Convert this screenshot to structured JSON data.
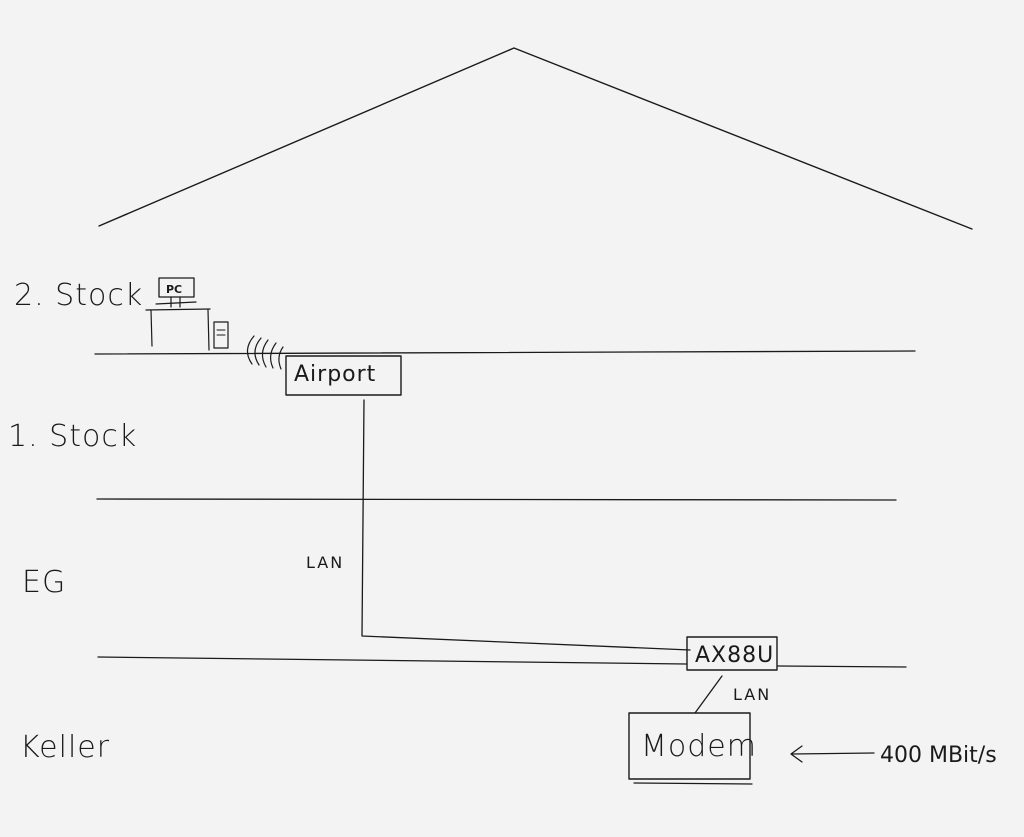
{
  "floors": {
    "second": "2. Stock",
    "first": "1. Stock",
    "ground": "EG",
    "basement": "Keller"
  },
  "devices": {
    "pc": "PC",
    "airport": "Airport",
    "router": "AX88U",
    "modem": "Modem"
  },
  "links": {
    "lan_vertical": "LAN",
    "lan_modem": "LAN",
    "internet_speed": "400 MBit/s"
  },
  "icons": {
    "wifi": "wifi-waves-icon",
    "computer": "desktop-pc-icon",
    "arrow": "arrow-left-icon"
  }
}
